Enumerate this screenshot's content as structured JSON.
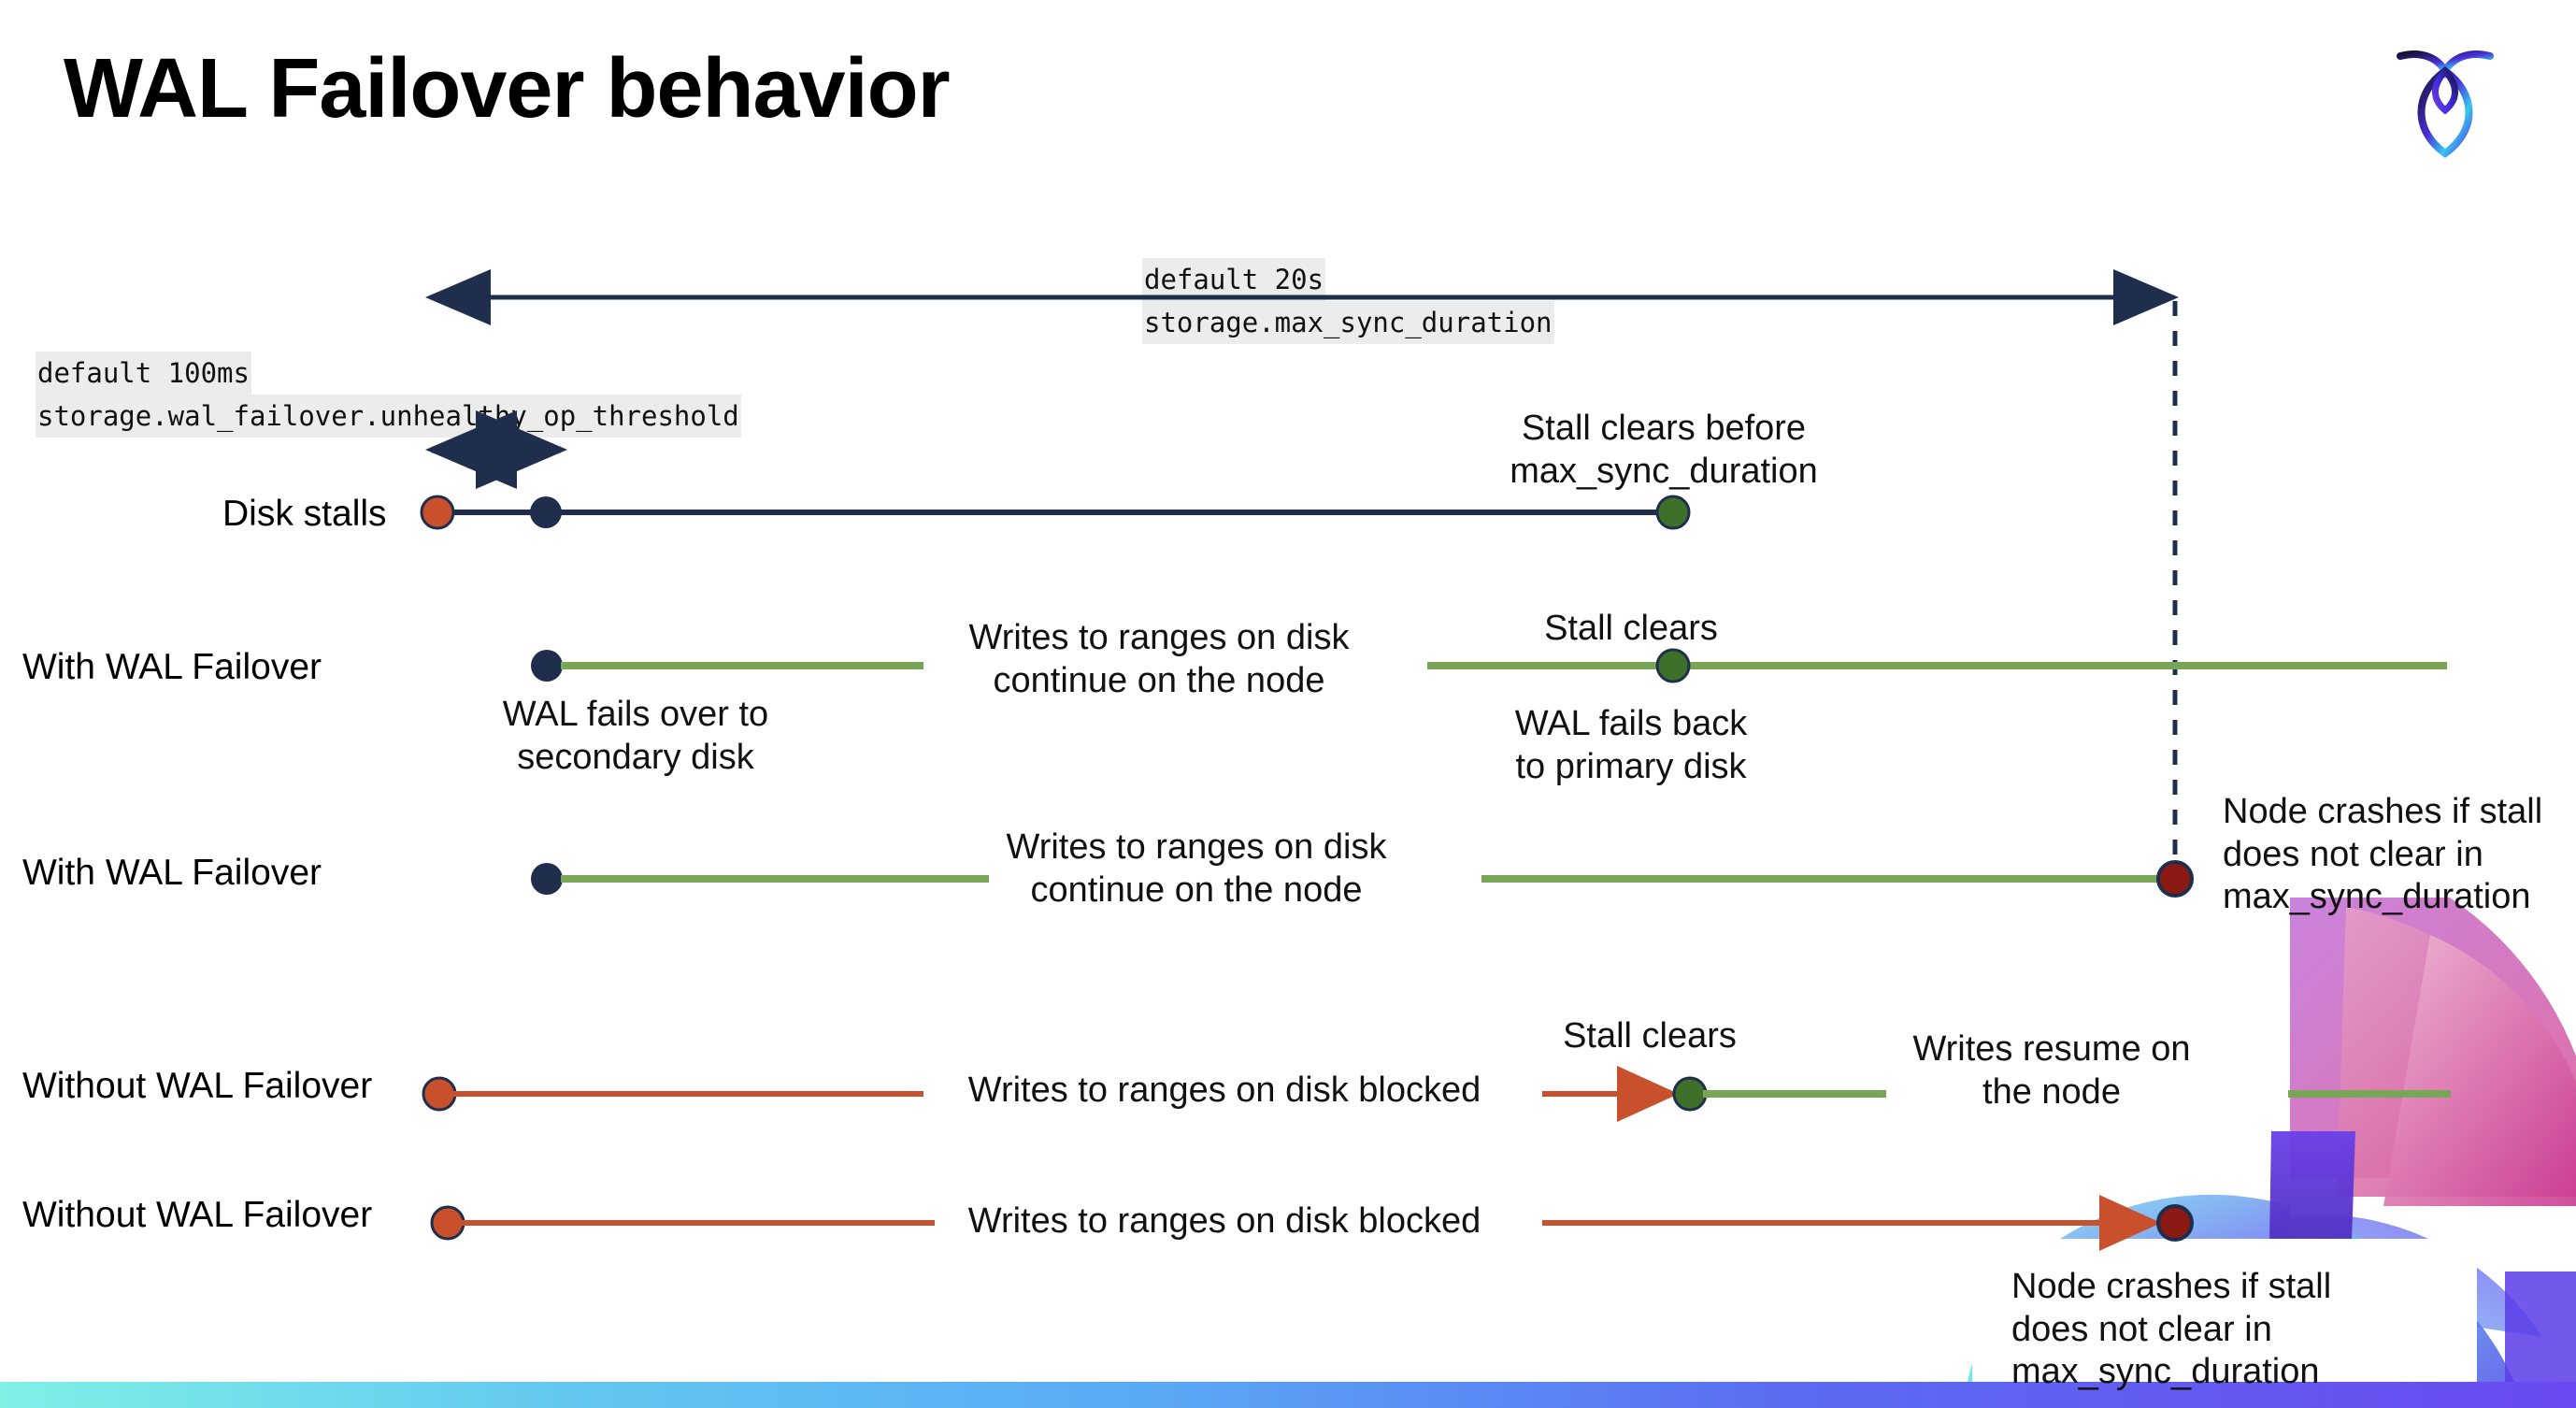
{
  "slide": {
    "title": "WAL Failover behavior",
    "logo_name": "cockroachdb-logo"
  },
  "colors": {
    "navy": "#1f2e4d",
    "green_line": "#79a557",
    "green_dot": "#3f7029",
    "orange": "#c8502c",
    "dark_red": "#8c1a14",
    "code_bg": "#ececec",
    "text": "#111111"
  },
  "settings": [
    {
      "id": "max-sync-duration",
      "default_line": "default 20s",
      "name_line": "storage.max_sync_duration"
    },
    {
      "id": "unhealthy-op-threshold",
      "default_line": "default 100ms",
      "name_line": "storage.wal_failover.unhealthy_op_threshold"
    }
  ],
  "rows": [
    {
      "id": "disk-stalls",
      "label": "Disk stalls"
    },
    {
      "id": "with-wal-failover-1",
      "label": "With WAL Failover"
    },
    {
      "id": "with-wal-failover-2",
      "label": "With WAL Failover"
    },
    {
      "id": "without-wal-failover-1",
      "label": "Without WAL Failover"
    },
    {
      "id": "without-wal-failover-2",
      "label": "Without WAL Failover"
    }
  ],
  "annotations": {
    "stall_clears_before": "Stall clears before\nmax_sync_duration",
    "wal_fails_over": "WAL fails over to\nsecondary disk",
    "writes_continue_1": "Writes to ranges on disk\ncontinue on the node",
    "stall_clears_2": "Stall clears",
    "wal_fails_back": "WAL fails  back\nto primary disk",
    "writes_continue_2": "Writes to ranges on disk\ncontinue on the node",
    "node_crashes_1": "Node crashes if stall\ndoes not clear in\nmax_sync_duration",
    "writes_blocked_1": "Writes to ranges on disk  blocked",
    "stall_clears_3": "Stall clears",
    "writes_resume": "Writes resume on\nthe node",
    "writes_blocked_2": "Writes to ranges on disk  blocked",
    "node_crashes_2": "Node crashes if stall\ndoes not clear in\nmax_sync_duration"
  }
}
